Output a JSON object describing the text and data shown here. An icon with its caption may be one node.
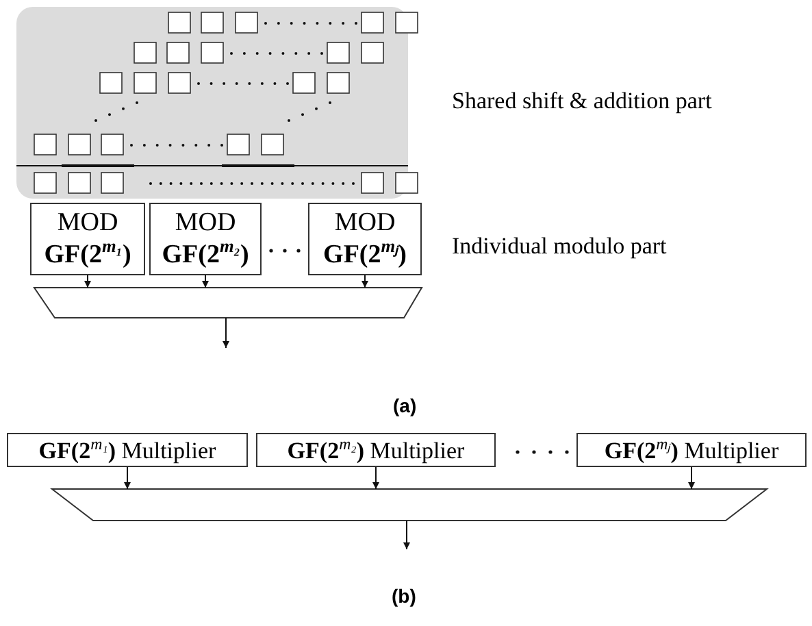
{
  "diagram": {
    "nodes": [
      {
        "text": [
          "MOD",
          "GF(2$^{m₁}$)"
        ]
      },
      {
        "text": [
          "MOD",
          "GF(2$^{m₂}$)"
        ]
      },
      {
        "text": [
          "MOD",
          "GF(2$^{mⱼ}$)"
        ]
      },
      {
        "text": [],
        "shape": "trapezoid"
      },
      {
        "text": [
          "**GF(2**$^{m₁}$**)** Multiplier"
        ]
      },
      {
        "text": [
          "**GF(2**$^{m₂}$**)** Multiplier"
        ]
      },
      {
        "text": [
          "**GF(2**$^{mⱼ}$**)** Multiplier"
        ]
      },
      {
        "text": [],
        "shape": "trapezoid"
      }
    ],
    "edges": [
      {
        "from": 0,
        "to": 3,
        "arrow": "to"
      },
      {
        "from": 1,
        "to": 3,
        "arrow": "to"
      },
      {
        "from": 2,
        "to": 3,
        "arrow": "to"
      },
      {
        "from": 3,
        "to": null,
        "arrow": "to"
      },
      {
        "from": 4,
        "to": 7,
        "arrow": "to"
      },
      {
        "from": 5,
        "to": 7,
        "arrow": "to"
      },
      {
        "from": 6,
        "to": 7,
        "arrow": "to"
      },
      {
        "from": 7,
        "to": null,
        "arrow": "to"
      }
    ],
    "labels": [
      "Shared shift & addition part",
      "Individual modulo part",
      "(a)",
      "(b)"
    ]
  }
}
